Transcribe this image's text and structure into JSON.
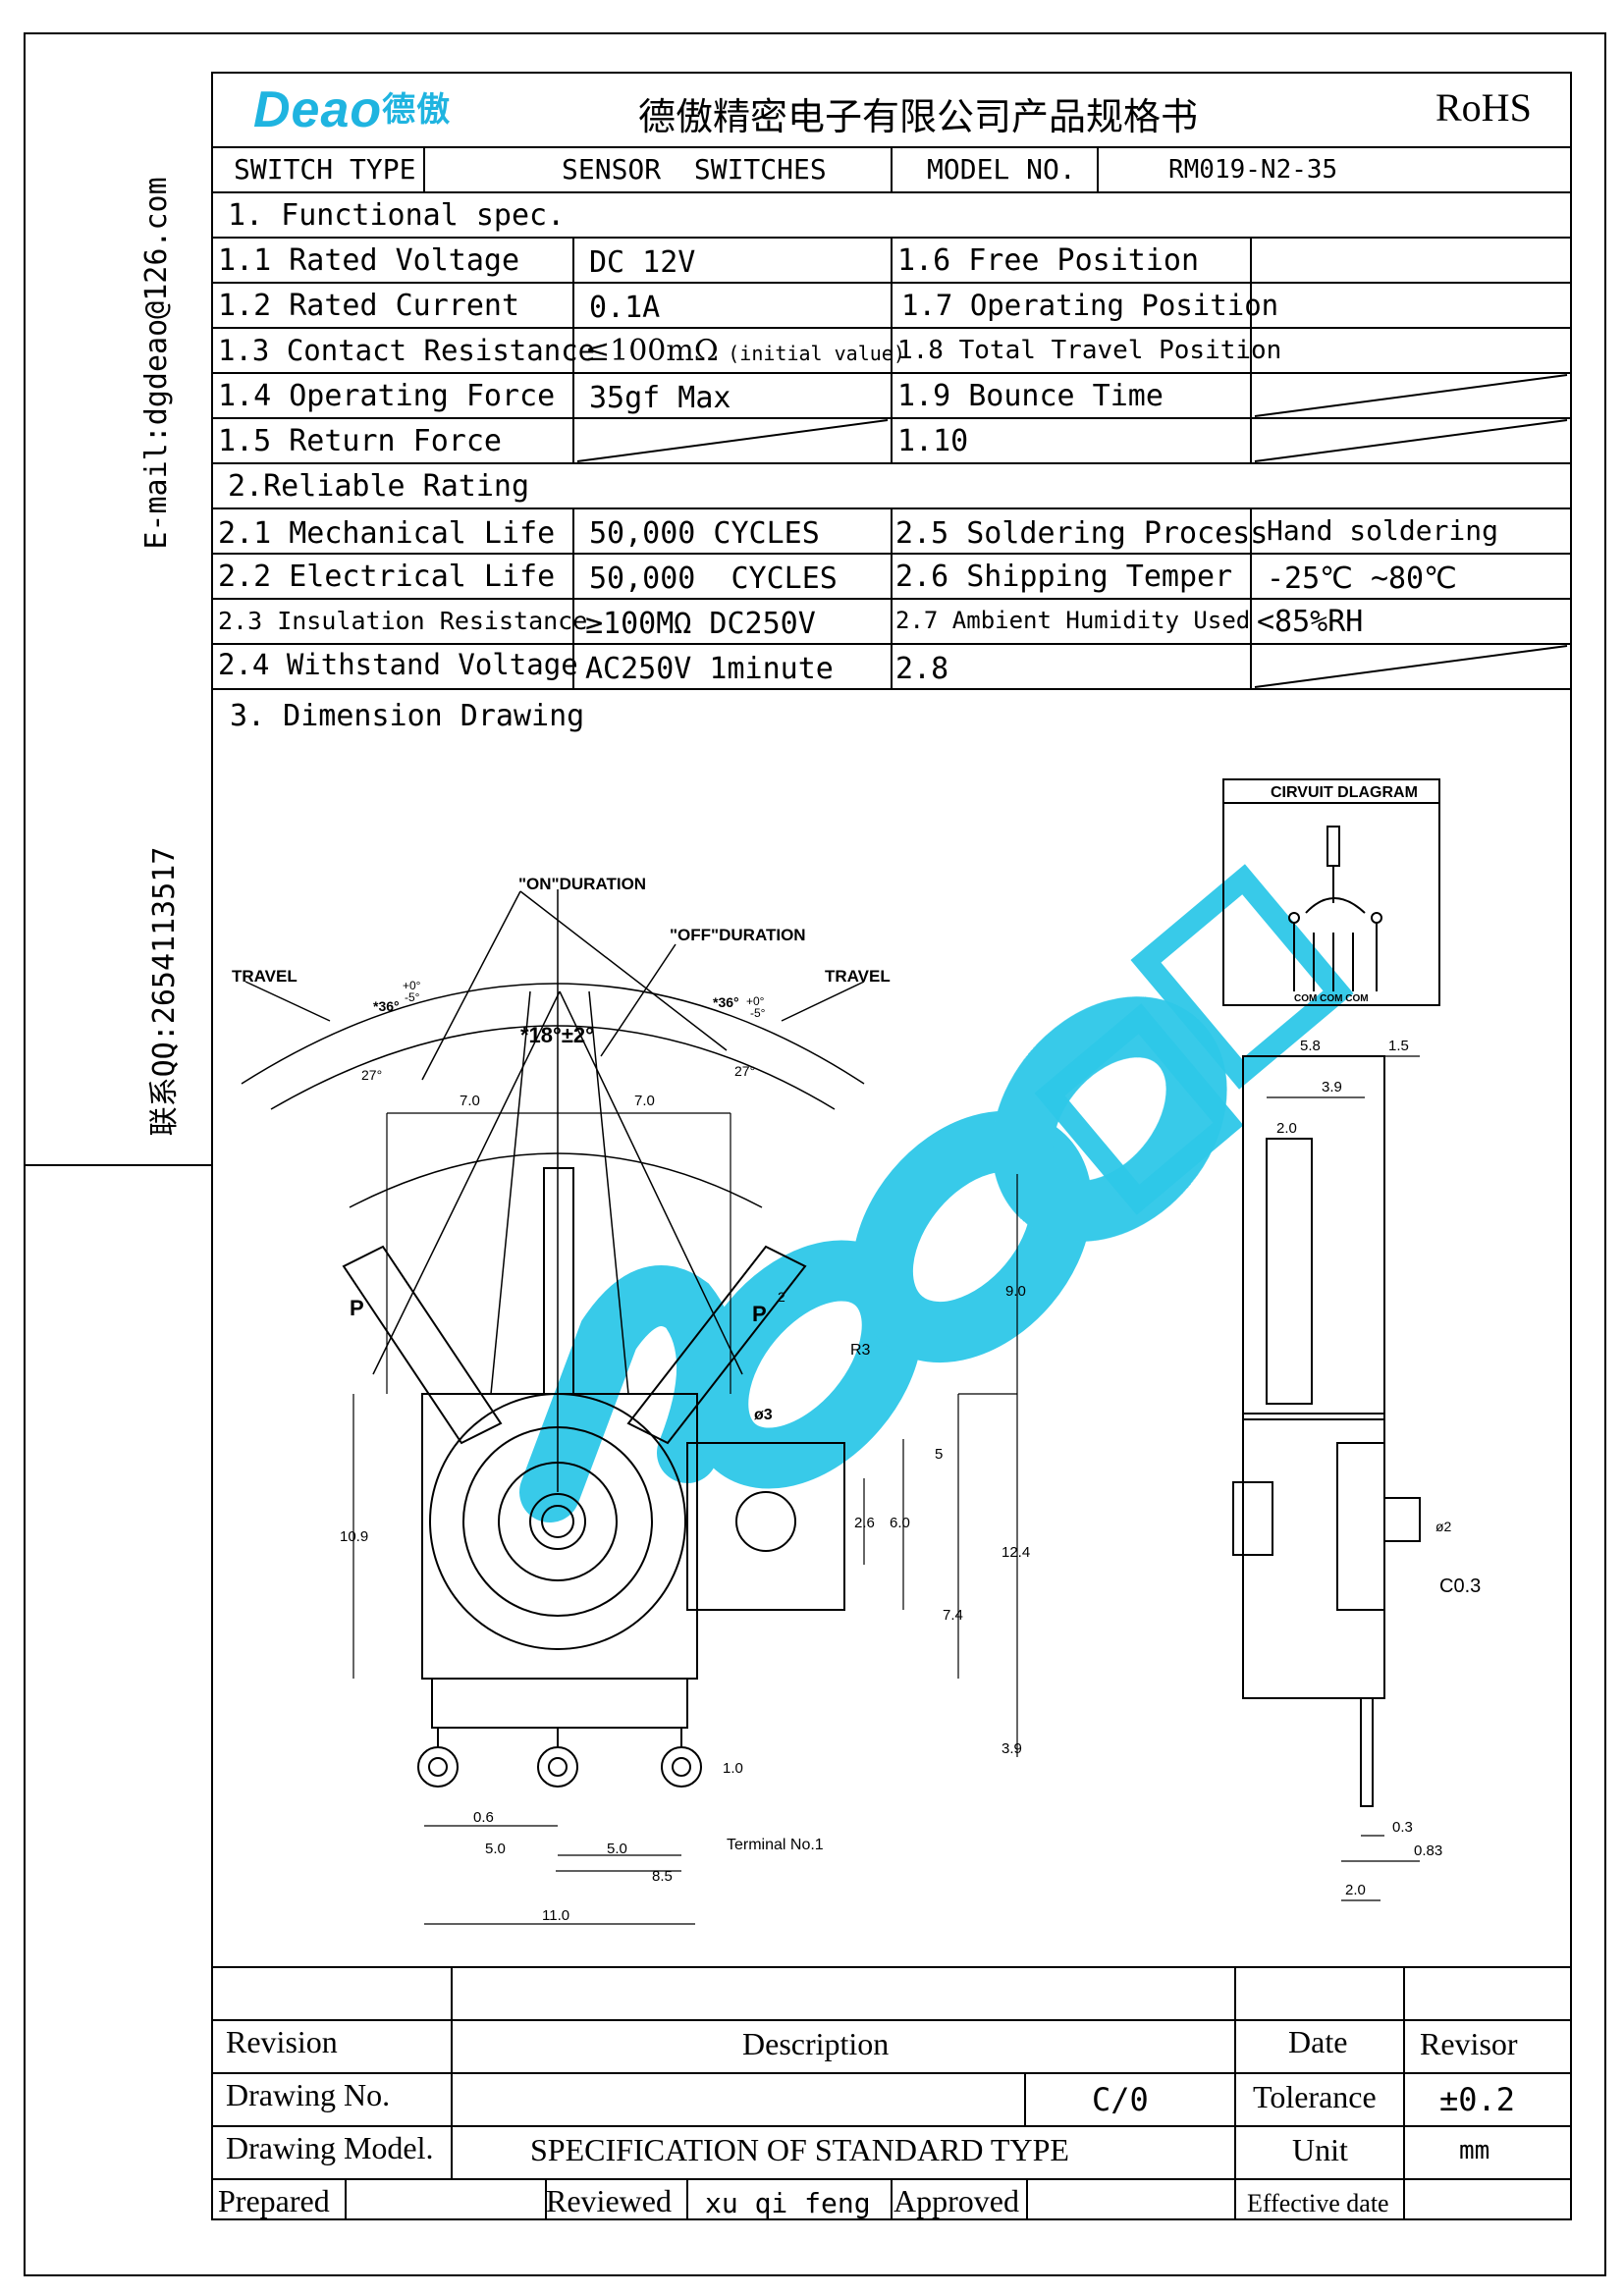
{
  "side": {
    "email": "E-mail:dgdeao@126.com",
    "qq": "联系QQ:2654113517"
  },
  "header": {
    "logo_text": "Deao",
    "logo_cn": "德傲",
    "title": "德傲精密电子有限公司产品规格书",
    "rohs": "RoHS"
  },
  "type_row": {
    "switch_type_label": "SWITCH TYPE",
    "switch_type_value": "SENSOR  SWITCHES",
    "model_label": "MODEL NO.",
    "model_value": "RM019-N2-35"
  },
  "functional": {
    "heading": "1. Functional spec.",
    "left": [
      {
        "label": "1.1 Rated Voltage",
        "value": "DC 12V"
      },
      {
        "label": "1.2 Rated Current",
        "value": "0.1A"
      },
      {
        "label": "1.3 Contact Resistance",
        "value": "≤100mΩ",
        "note": "(initial value)"
      },
      {
        "label": "1.4 Operating Force",
        "value": "35gf Max"
      },
      {
        "label": "1.5 Return Force",
        "value": ""
      }
    ],
    "right": [
      {
        "label": "1.6 Free Position",
        "value": ""
      },
      {
        "label": "1.7 Operating Position",
        "value": ""
      },
      {
        "label": "1.8 Total Travel Position",
        "value": ""
      },
      {
        "label": "1.9 Bounce Time",
        "value": ""
      },
      {
        "label": "1.10",
        "value": ""
      }
    ]
  },
  "reliable": {
    "heading": "2.Reliable Rating",
    "left": [
      {
        "label": "2.1 Mechanical Life",
        "value": "50,000 CYCLES"
      },
      {
        "label": "2.2 Electrical Life",
        "value": "50,000  CYCLES"
      },
      {
        "label": "2.3 Insulation Resistance",
        "value": "≥100MΩ DC250V"
      },
      {
        "label": "2.4 Withstand Voltage",
        "value": "AC250V 1minute"
      }
    ],
    "right": [
      {
        "label": "2.5 Soldering Process",
        "value": "Hand soldering"
      },
      {
        "label": "2.6 Shipping Temper",
        "value": "-25℃ ~80℃"
      },
      {
        "label": "2.7 Ambient Humidity Used",
        "value": "<85%RH"
      },
      {
        "label": "2.8",
        "value": ""
      }
    ]
  },
  "drawing": {
    "heading": "3. Dimension Drawing",
    "circuit_title": "CIRVUIT DLAGRAM",
    "com_labels": "COM COM COM",
    "on_duration": "\"ON\"DURATION",
    "off_duration": "\"OFF\"DURATION",
    "travel": "TRAVEL",
    "angle_main": "*18°±2°",
    "angle_side": "*36°",
    "tol_plus": "+0°",
    "tol_minus": "-5°",
    "angle_27": "27°",
    "p_label": "P",
    "r3": "R3",
    "phi3": "ø3",
    "phi2": "ø2",
    "c03": "C0.3",
    "terminal": "Terminal No.1",
    "dims": {
      "d70": "7.0",
      "d90": "9.0",
      "d109": "10.9",
      "d5": "5",
      "d26": "2.6",
      "d60": "6.0",
      "d124": "12.4",
      "d74": "7.4",
      "d39": "3.9",
      "d10": "1.0",
      "d06": "0.6",
      "d50": "5.0",
      "d85": "8.5",
      "d110": "11.0",
      "d2": "2",
      "d58": "5.8",
      "d15": "1.5",
      "d39s": "3.9",
      "d20": "2.0",
      "d03": "0.3",
      "d083": "0.83"
    }
  },
  "footer": {
    "revision": "Revision",
    "description": "Description",
    "date": "Date",
    "revisor": "Revisor",
    "drawing_no": "Drawing No.",
    "drawing_no_value": "C/0",
    "tolerance": "Tolerance",
    "tolerance_value": "±0.2",
    "drawing_model": "Drawing Model.",
    "drawing_model_value": "SPECIFICATION OF STANDARD TYPE",
    "unit": "Unit",
    "unit_value": "mm",
    "prepared": "Prepared",
    "reviewed": "Reviewed",
    "reviewed_value": "xu qi feng",
    "approved": "Approved",
    "effective_date": "Effective date"
  },
  "colors": {
    "watermark": "#2ec8e8",
    "logo": "#1fb4e0",
    "ink": "#000000"
  }
}
